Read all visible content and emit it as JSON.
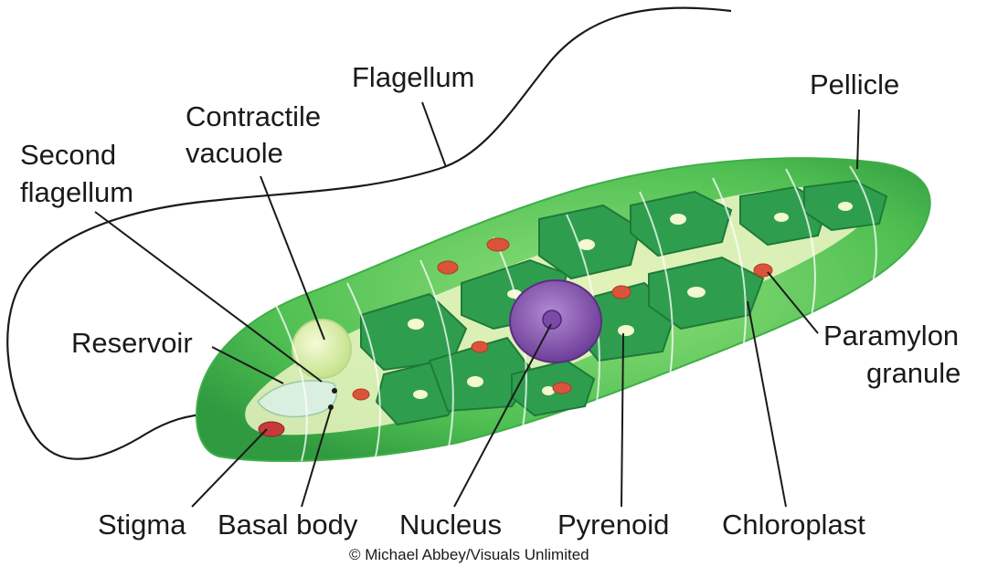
{
  "labels": {
    "flagellum": "Flagellum",
    "pellicle": "Pellicle",
    "contractile_vacuole_1": "Contractile",
    "contractile_vacuole_2": "vacuole",
    "second_flagellum_1": "Second",
    "second_flagellum_2": "flagellum",
    "reservoir": "Reservoir",
    "paramylon_1": "Paramylon",
    "paramylon_2": "granule",
    "stigma": "Stigma",
    "basal_body": "Basal body",
    "nucleus": "Nucleus",
    "pyrenoid": "Pyrenoid",
    "chloroplast": "Chloroplast"
  },
  "credit": "© Michael Abbey/Visuals Unlimited",
  "colors": {
    "cell_body": "#5cc95a",
    "cytoplasm": "#eef6c4",
    "chloroplast": "#2e9e4e",
    "chloroplast_dark": "#1f7a3a",
    "pyrenoid": "#f4f8d0",
    "nucleus": "#8a5fb0",
    "paramylon": "#d9543a",
    "stigma": "#c63a3a",
    "vacuole": "#e8f4b8",
    "text": "#1a1a1a"
  }
}
